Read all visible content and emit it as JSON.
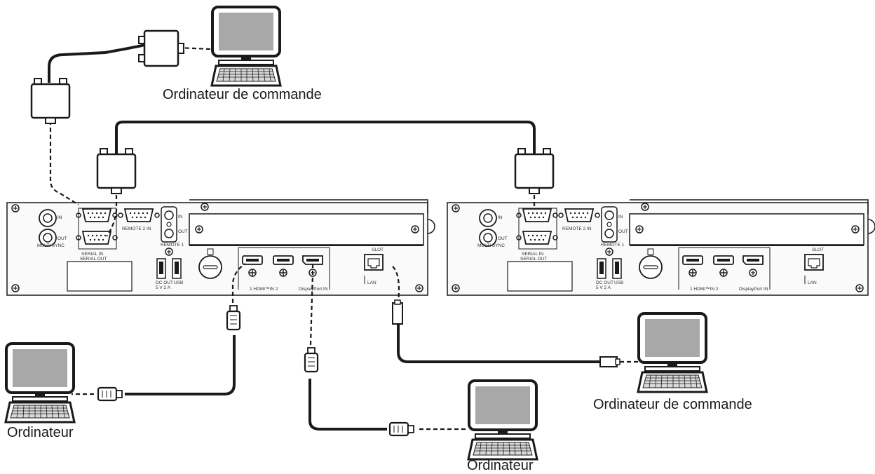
{
  "labels": {
    "control_computer_top": "Ordinateur de commande",
    "control_computer_right": "Ordinateur de commande",
    "computer_left": "Ordinateur",
    "computer_bottom": "Ordinateur"
  },
  "panel_labels": {
    "multi_sync": "MULTI SYNC",
    "in": "IN",
    "out": "OUT",
    "serial_in": "SERIAL IN",
    "serial_out": "SERIAL OUT",
    "remote2_in": "REMOTE 2 IN",
    "remote1": "REMOTE 1",
    "slot": "SLOT",
    "dc_out": "DC OUT",
    "dc_out_rating": "5 V  2 A",
    "usb": "USB",
    "hdmi_in": "1   HDMI™IN   2",
    "displayport_in": "DisplayPort IN",
    "lan": "LAN"
  },
  "colors": {
    "line": "#1a1a1a",
    "device_fill": "#ffffff",
    "panel_fill": "#fafafa",
    "screen_fill": "#a8a8a8"
  }
}
